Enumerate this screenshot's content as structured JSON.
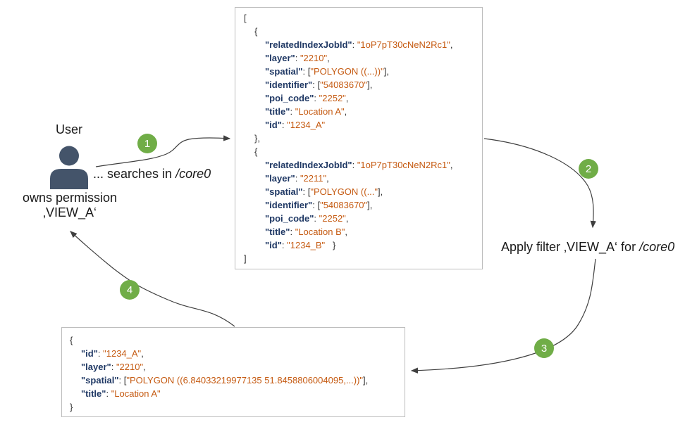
{
  "colors": {
    "key-color": "#1F3864",
    "value-color": "#C55A11",
    "punct-color": "#333333",
    "step-green": "#70AD47",
    "person-color": "#44546A",
    "box-border": "#BDBDBD",
    "arrow-color": "#3f3f3f"
  },
  "user": {
    "title": "User",
    "caption_line1": "owns permission",
    "caption_line2": "‚VIEW_A‘"
  },
  "annotations": {
    "searches_prefix": "... searches in ",
    "searches_core": "/core0",
    "apply_filter_prefix": "Apply filter ‚VIEW_A‘ for ",
    "apply_filter_core": "/core0"
  },
  "steps": [
    {
      "number": "1"
    },
    {
      "number": "2"
    },
    {
      "number": "3"
    },
    {
      "number": "4"
    }
  ],
  "top_json": {
    "lines": [
      {
        "ind": 0,
        "seg": [
          {
            "t": "[",
            "c": "p"
          }
        ]
      },
      {
        "ind": 1,
        "seg": [
          {
            "t": "{",
            "c": "p"
          }
        ]
      },
      {
        "ind": 2,
        "seg": [
          {
            "t": "\"relatedIndexJobId\"",
            "c": "k"
          },
          {
            "t": ": ",
            "c": "p"
          },
          {
            "t": "\"1oP7pT30cNeN2Rc1\"",
            "c": "v"
          },
          {
            "t": ",",
            "c": "p"
          }
        ]
      },
      {
        "ind": 2,
        "seg": [
          {
            "t": "\"layer\"",
            "c": "k"
          },
          {
            "t": ": ",
            "c": "p"
          },
          {
            "t": "\"2210\"",
            "c": "v"
          },
          {
            "t": ",",
            "c": "p"
          }
        ]
      },
      {
        "ind": 2,
        "seg": [
          {
            "t": "\"spatial\"",
            "c": "k"
          },
          {
            "t": ": [",
            "c": "p"
          },
          {
            "t": "\"POLYGON ((...))\"",
            "c": "v"
          },
          {
            "t": "],",
            "c": "p"
          }
        ]
      },
      {
        "ind": 2,
        "seg": [
          {
            "t": "\"identifier\"",
            "c": "k"
          },
          {
            "t": ": [",
            "c": "p"
          },
          {
            "t": "\"54083670\"",
            "c": "v"
          },
          {
            "t": "],",
            "c": "p"
          }
        ]
      },
      {
        "ind": 2,
        "seg": [
          {
            "t": "\"poi_code\"",
            "c": "k"
          },
          {
            "t": ": ",
            "c": "p"
          },
          {
            "t": "\"2252\"",
            "c": "v"
          },
          {
            "t": ",",
            "c": "p"
          }
        ]
      },
      {
        "ind": 2,
        "seg": [
          {
            "t": "\"title\"",
            "c": "k"
          },
          {
            "t": ": ",
            "c": "p"
          },
          {
            "t": "\"Location A\"",
            "c": "v"
          },
          {
            "t": ",",
            "c": "p"
          }
        ]
      },
      {
        "ind": 2,
        "seg": [
          {
            "t": "\"id\"",
            "c": "k"
          },
          {
            "t": ": ",
            "c": "p"
          },
          {
            "t": "\"1234_A\"",
            "c": "v"
          }
        ]
      },
      {
        "ind": 1,
        "seg": [
          {
            "t": "},",
            "c": "p"
          }
        ]
      },
      {
        "ind": 1,
        "seg": [
          {
            "t": "{",
            "c": "p"
          }
        ]
      },
      {
        "ind": 2,
        "seg": [
          {
            "t": "\"relatedIndexJobId\"",
            "c": "k"
          },
          {
            "t": ": ",
            "c": "p"
          },
          {
            "t": "\"1oP7pT30cNeN2Rc1\"",
            "c": "v"
          },
          {
            "t": ",",
            "c": "p"
          }
        ]
      },
      {
        "ind": 2,
        "seg": [
          {
            "t": "\"layer\"",
            "c": "k"
          },
          {
            "t": ": ",
            "c": "p"
          },
          {
            "t": "\"2211\"",
            "c": "v"
          },
          {
            "t": ",",
            "c": "p"
          }
        ]
      },
      {
        "ind": 2,
        "seg": [
          {
            "t": "\"spatial\"",
            "c": "k"
          },
          {
            "t": ": [",
            "c": "p"
          },
          {
            "t": "\"POLYGON ((...\"",
            "c": "v"
          },
          {
            "t": "],",
            "c": "p"
          }
        ]
      },
      {
        "ind": 2,
        "seg": [
          {
            "t": "\"identifier\"",
            "c": "k"
          },
          {
            "t": ": [",
            "c": "p"
          },
          {
            "t": "\"54083670\"",
            "c": "v"
          },
          {
            "t": "],",
            "c": "p"
          }
        ]
      },
      {
        "ind": 2,
        "seg": [
          {
            "t": "\"poi_code\"",
            "c": "k"
          },
          {
            "t": ": ",
            "c": "p"
          },
          {
            "t": "\"2252\"",
            "c": "v"
          },
          {
            "t": ",",
            "c": "p"
          }
        ]
      },
      {
        "ind": 2,
        "seg": [
          {
            "t": "\"title\"",
            "c": "k"
          },
          {
            "t": ": ",
            "c": "p"
          },
          {
            "t": "\"Location B\"",
            "c": "v"
          },
          {
            "t": ",",
            "c": "p"
          }
        ]
      },
      {
        "ind": 2,
        "seg": [
          {
            "t": "\"id\"",
            "c": "k"
          },
          {
            "t": ": ",
            "c": "p"
          },
          {
            "t": "\"1234_B\"",
            "c": "v"
          },
          {
            "t": "   }",
            "c": "p"
          }
        ]
      },
      {
        "ind": 0,
        "seg": [
          {
            "t": "]",
            "c": "p"
          }
        ]
      }
    ]
  },
  "bottom_json": {
    "lines": [
      {
        "ind": 0,
        "seg": [
          {
            "t": "{",
            "c": "p"
          }
        ]
      },
      {
        "ind": 1,
        "seg": [
          {
            "t": "\"id\"",
            "c": "k"
          },
          {
            "t": ": ",
            "c": "p"
          },
          {
            "t": "\"1234_A\"",
            "c": "v"
          },
          {
            "t": ",",
            "c": "p"
          }
        ]
      },
      {
        "ind": 1,
        "seg": [
          {
            "t": "\"layer\"",
            "c": "k"
          },
          {
            "t": ": ",
            "c": "p"
          },
          {
            "t": "\"2210\"",
            "c": "v"
          },
          {
            "t": ",",
            "c": "p"
          }
        ]
      },
      {
        "ind": 1,
        "seg": [
          {
            "t": "\"spatial\"",
            "c": "k"
          },
          {
            "t": ": [",
            "c": "p"
          },
          {
            "t": "\"POLYGON ((6.84033219977135 51.8458806004095,...))\"",
            "c": "v"
          },
          {
            "t": "],",
            "c": "p"
          }
        ]
      },
      {
        "ind": 1,
        "seg": [
          {
            "t": "\"title\"",
            "c": "k"
          },
          {
            "t": ": ",
            "c": "p"
          },
          {
            "t": "\"Location A\"",
            "c": "v"
          }
        ]
      },
      {
        "ind": 0,
        "seg": [
          {
            "t": "}",
            "c": "p"
          }
        ]
      }
    ]
  }
}
